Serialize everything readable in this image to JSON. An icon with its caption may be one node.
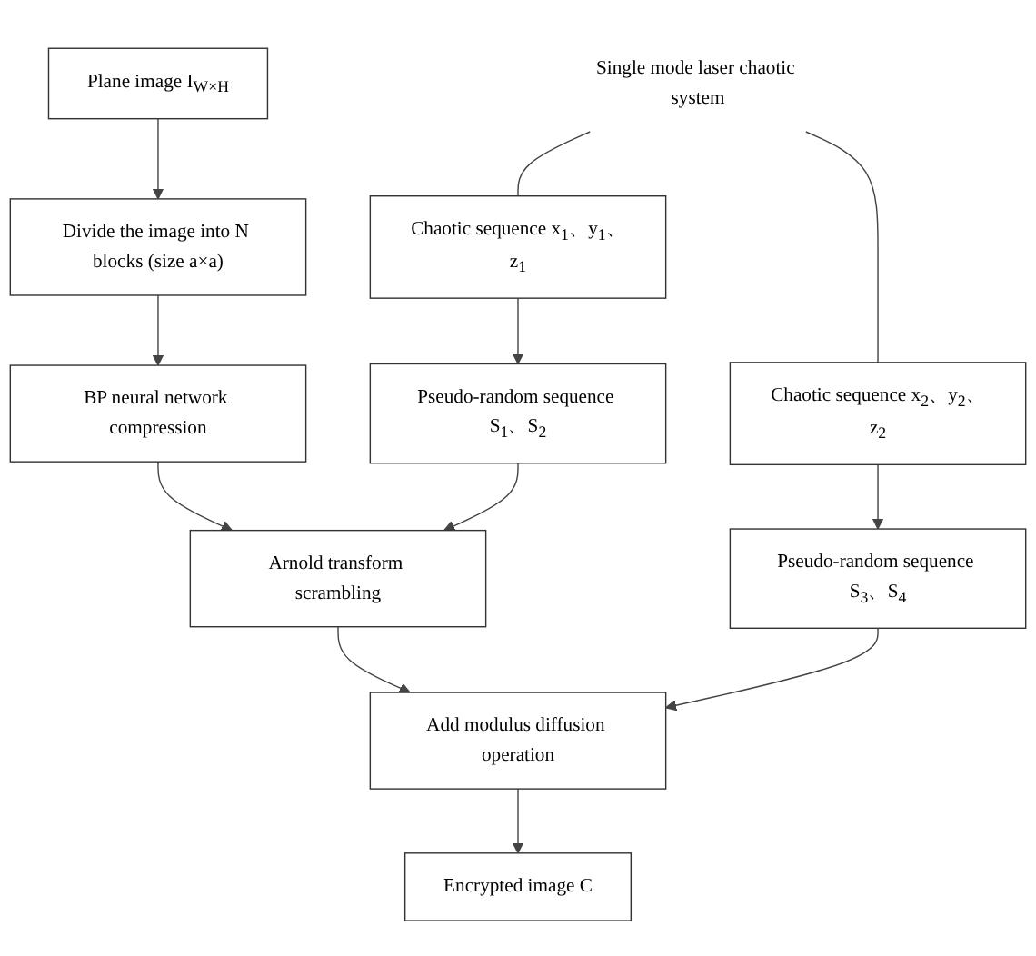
{
  "diagram": {
    "nodes": [
      {
        "text": [
          "Divide the image into N blocks (size a×a)"
        ]
      },
      {
        "text": [
          "Plane image I$_{W×H}$"
        ]
      },
      {
        "text": [
          "BP neural network compression"
        ]
      },
      {
        "text": [
          "Pseudo-random sequence S$_{1}$、S$_{2}$"
        ]
      },
      {
        "text": [
          "Chaotic sequence x$_{1}$、y$_{1}$、z$_{1}$"
        ]
      },
      {
        "text": [
          "Arnold transform scrambling"
        ]
      },
      {
        "text": [
          "Single mode laser chaotic system"
        ]
      },
      {
        "text": [
          "Pseudo-random sequence S$_{3}$、S$_{4}$"
        ]
      },
      {
        "text": [
          "Chaotic sequence x$_{2}$、y$_{2}$、z$_{2}$"
        ]
      },
      {
        "text": [
          "Add modulus diffusion operation"
        ]
      },
      {
        "text": [
          "Encrypted image C"
        ]
      }
    ],
    "edges": [
      {
        "from": 1,
        "to": 0,
        "arrow": "to"
      },
      {
        "from": 0,
        "to": 2,
        "arrow": "to"
      },
      {
        "from": 2,
        "to": 5,
        "arrow": "to"
      },
      {
        "from": 3,
        "to": 5,
        "arrow": "to"
      },
      {
        "from": 4,
        "to": 3,
        "arrow": "to"
      },
      {
        "from": 6,
        "to": 4,
        "arrow": "none"
      },
      {
        "from": 5,
        "to": 9,
        "arrow": "to"
      },
      {
        "from": 7,
        "to": 9,
        "arrow": "to"
      },
      {
        "from": 8,
        "to": 7,
        "arrow": "to"
      },
      {
        "from": 6,
        "to": 8,
        "arrow": "none"
      },
      {
        "from": 9,
        "to": 10,
        "arrow": "to"
      }
    ]
  }
}
